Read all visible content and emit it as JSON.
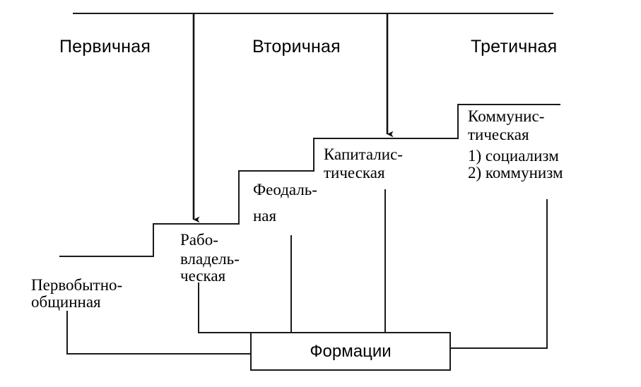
{
  "diagram": {
    "title": "Формации",
    "line_color": "#1a1a1a",
    "text_color": "#000000",
    "background": "#ffffff"
  },
  "sectors": [
    {
      "id": "primary",
      "label": "Первичная"
    },
    {
      "id": "secondary",
      "label": "Вторичная"
    },
    {
      "id": "tertiary",
      "label": "Третичная"
    }
  ],
  "steps": [
    {
      "id": "primitive-communal",
      "line1": "Первобытно-",
      "line2": "общинная"
    },
    {
      "id": "slave-owning",
      "line1": "Рабо-",
      "line2": "владель-",
      "line3": "ческая"
    },
    {
      "id": "feudal",
      "line1": "Феодаль-",
      "line2": "ная"
    },
    {
      "id": "capitalist",
      "line1": "Капиталис-",
      "line2": "тическая"
    },
    {
      "id": "communist",
      "line1": "Коммунис-",
      "line2": "тическая",
      "sub1": "1) социализм",
      "sub2": "2) коммунизм"
    }
  ],
  "bottom_box": {
    "label": "Формации"
  }
}
